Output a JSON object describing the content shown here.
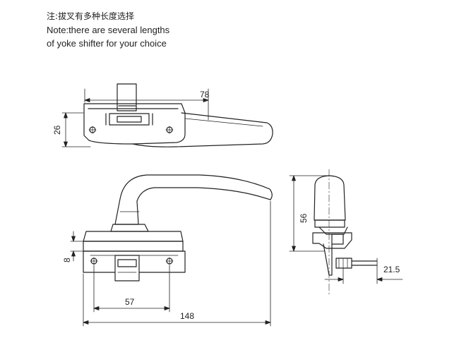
{
  "notes": {
    "zh": "注:拔叉有多种长度选择",
    "en_line1": "Note:there are several lengths",
    "en_line2": "of yoke shifter for your choice"
  },
  "dimensions": {
    "d78": "78",
    "d26": "26",
    "d56": "56",
    "d8": "8",
    "d57": "57",
    "d148": "148",
    "d21_5": "21.5"
  },
  "colors": {
    "line": "#222222",
    "fill": "#ffffff"
  }
}
